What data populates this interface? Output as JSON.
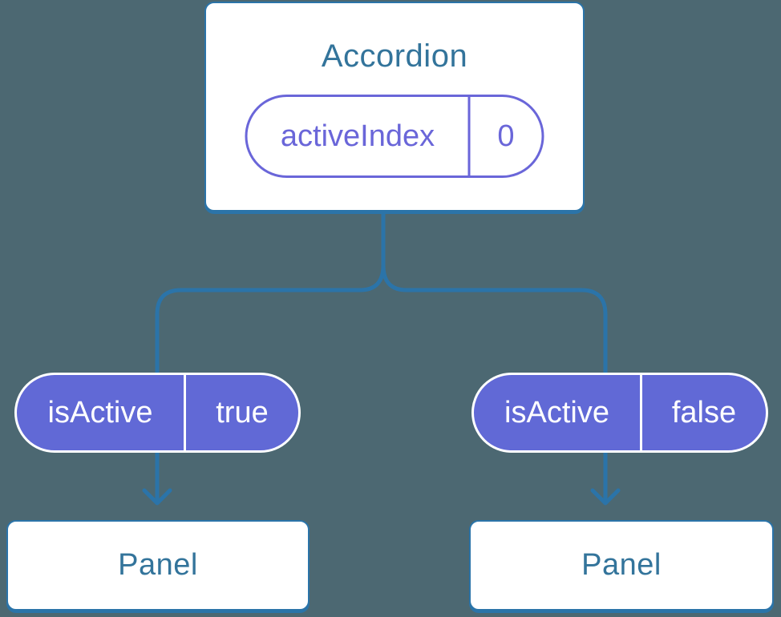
{
  "diagram": {
    "root": {
      "title": "Accordion",
      "state": {
        "name": "activeIndex",
        "value": "0"
      }
    },
    "children": [
      {
        "state": {
          "name": "isActive",
          "value": "true"
        },
        "panel_label": "Panel"
      },
      {
        "state": {
          "name": "isActive",
          "value": "false"
        },
        "panel_label": "Panel"
      }
    ]
  },
  "colors": {
    "background": "#4C6872",
    "connector_blue": "#2B74A9",
    "box_border_blue": "#2B74A9",
    "heading_blue": "#33749B",
    "pill_purple_outline": "#6A66D9",
    "pill_purple_fill": "#6169D6",
    "box_fill": "#FFFFFF",
    "pill_text_on_fill": "#FFFFFF"
  }
}
